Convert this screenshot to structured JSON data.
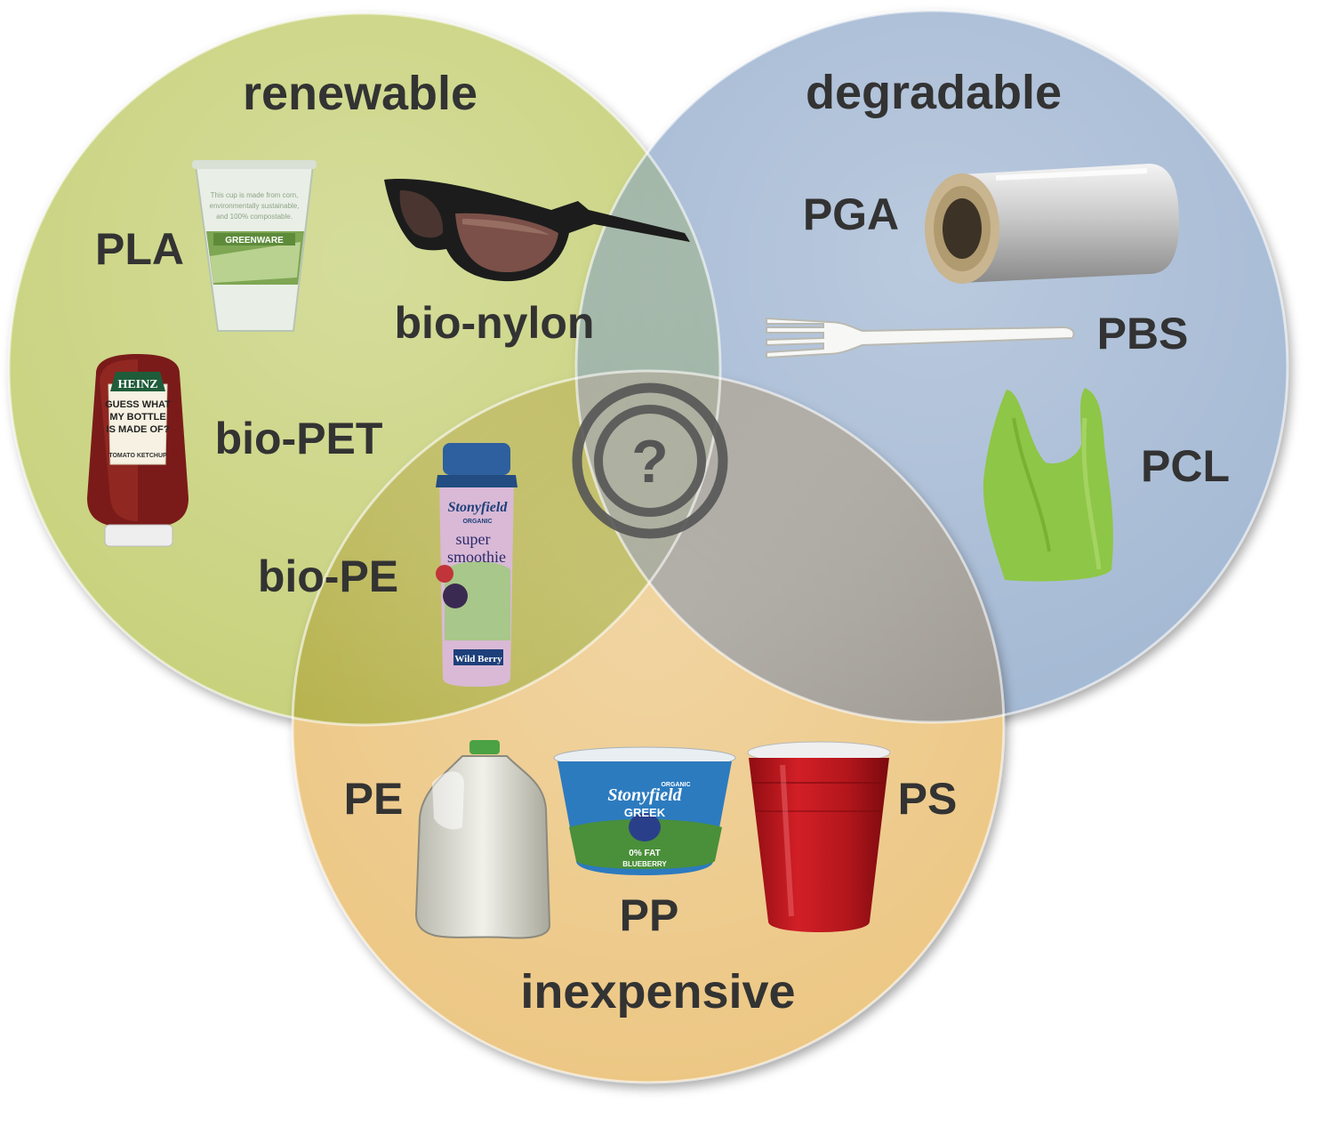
{
  "sets": {
    "renewable": {
      "label": "renewable",
      "color": "#c7d17a"
    },
    "degradable": {
      "label": "degradable",
      "color": "#a3b8d3"
    },
    "inexpensive": {
      "label": "inexpensive",
      "color": "#ecc682"
    }
  },
  "overlap_colors": {
    "renewable_inexpensive": "#b0ac3e",
    "renewable_degradable": "#8ea796",
    "degradable_inexpensive": "#97928a",
    "all_three": "#8d907a"
  },
  "materials": {
    "pla": "PLA",
    "bio_nylon": "bio-nylon",
    "bio_pet": "bio-PET",
    "bio_pe": "bio-PE",
    "pga": "PGA",
    "pbs": "PBS",
    "pcl": "PCL",
    "pe": "PE",
    "pp": "PP",
    "ps": "PS"
  },
  "center_symbol": "?",
  "products": {
    "ketchup": {
      "brand": "HEINZ",
      "line1": "GUESS WHAT",
      "line2": "MY BOTTLE",
      "line3": "IS MADE OF?",
      "variant": "TOMATO KETCHUP"
    },
    "cup": {
      "brand": "GREENWARE",
      "text1": "This cup is made from corn,",
      "text2": "environmentally sustainable,",
      "text3": "and 100% compostable."
    },
    "smoothie": {
      "brand": "Stonyfield",
      "sub": "ORGANIC",
      "product1": "super",
      "product2": "smoothie",
      "flavor": "Wild Berry"
    },
    "yogurt": {
      "brand": "Stonyfield",
      "sub": "ORGANIC",
      "product": "GREEK",
      "fat": "0% FAT",
      "flavor": "BLUEBERRY"
    }
  }
}
